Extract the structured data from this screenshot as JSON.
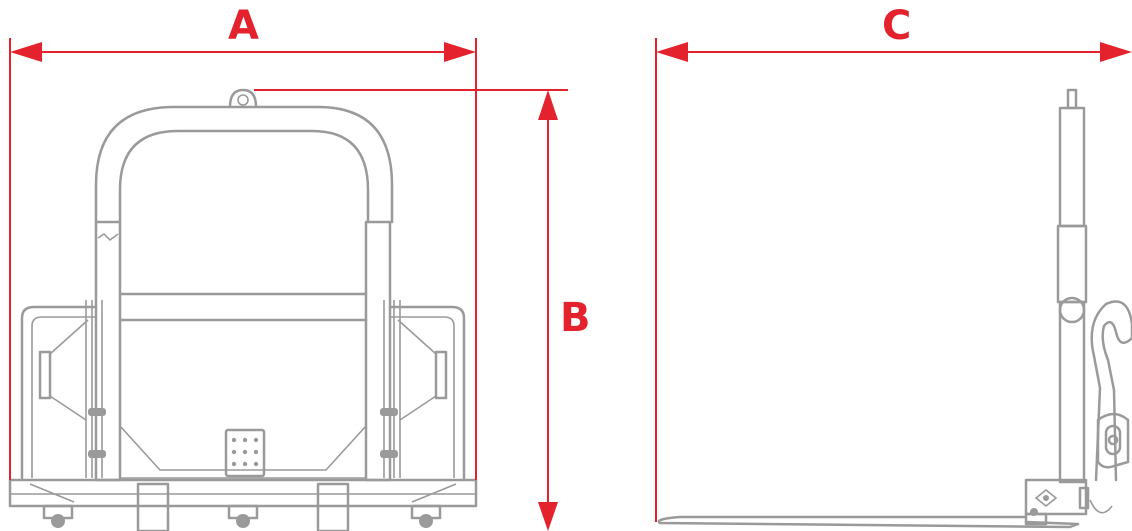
{
  "dimensions": {
    "width_label": "A",
    "height_label": "B",
    "length_label": "C"
  },
  "colors": {
    "dimension": "#e3222d",
    "drawing": "#9a9a9a",
    "background": "#ffffff"
  },
  "views": {
    "front": "front-view-fork-frame",
    "side": "side-view-fork"
  }
}
